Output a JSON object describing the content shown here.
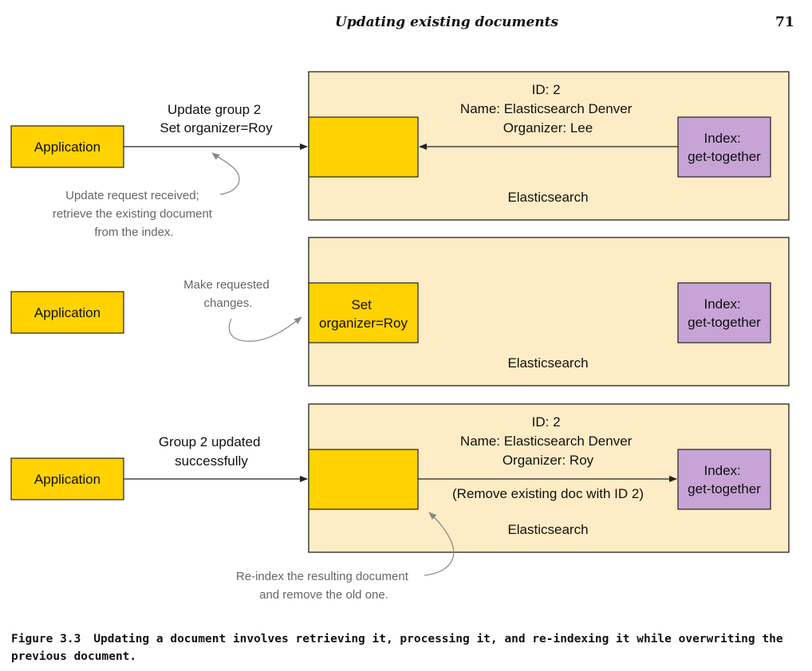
{
  "header": {
    "running_title": "Updating existing documents",
    "page_number": "71"
  },
  "colors": {
    "panel_fill": "#fdecc5",
    "document_fill": "#ffd200",
    "index_fill": "#c7a3d6",
    "application_fill": "#ffd200",
    "annotation_text": "#666666",
    "stroke": "#222222"
  },
  "panels": [
    {
      "engine_label": "Elasticsearch",
      "application_label": "Application",
      "request_lines": [
        "Update group 2",
        "Set organizer=Roy"
      ],
      "doc_info_lines": [
        "ID: 2",
        "Name: Elasticsearch Denver",
        "Organizer: Lee"
      ],
      "index_lines": [
        "Index:",
        "get-together"
      ],
      "annotation_lines": [
        "Update request received;",
        "retrieve the existing document",
        "from the index."
      ]
    },
    {
      "engine_label": "Elasticsearch",
      "application_label": "Application",
      "doc_box_lines": [
        "Set",
        "organizer=Roy"
      ],
      "index_lines": [
        "Index:",
        "get-together"
      ],
      "annotation_lines": [
        "Make requested",
        "changes."
      ]
    },
    {
      "engine_label": "Elasticsearch",
      "application_label": "Application",
      "response_lines": [
        "Group 2 updated",
        "successfully"
      ],
      "doc_info_lines": [
        "ID: 2",
        "Name: Elasticsearch Denver",
        "Organizer: Roy"
      ],
      "index_lines": [
        "Index:",
        "get-together"
      ],
      "arrow_note": "(Remove existing doc with ID 2)",
      "annotation_lines": [
        "Re-index the resulting document",
        "and remove the old one."
      ]
    }
  ],
  "caption": {
    "label": "Figure 3.3",
    "text": "Updating a document involves retrieving it, processing it, and re-indexing it while overwriting the previous document."
  }
}
